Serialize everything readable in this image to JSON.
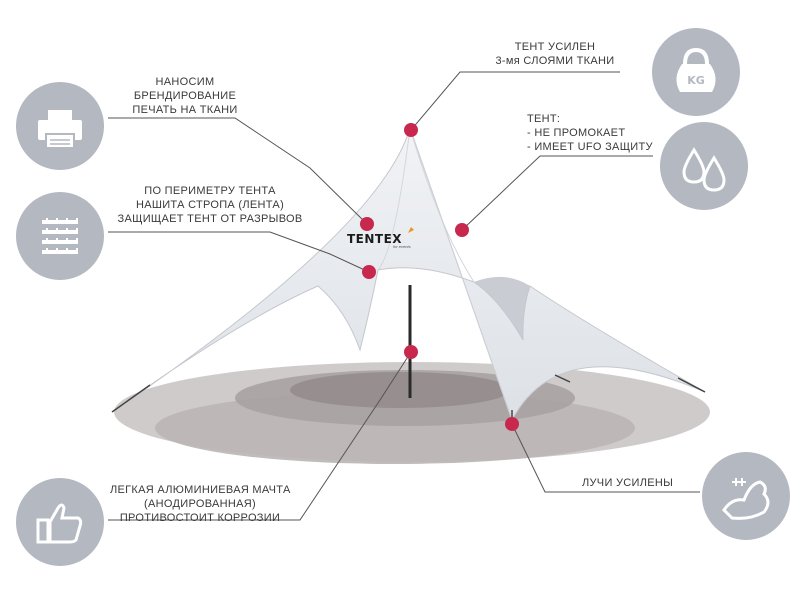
{
  "callouts": {
    "fabric_layers": [
      "ТЕНТ УСИЛЕН",
      "3-мя СЛОЯМИ ТКАНИ"
    ],
    "branding": [
      "НАНОСИМ",
      "БРЕНДИРОВАНИЕ",
      "ПЕЧАТЬ НА ТКАНИ"
    ],
    "waterproof": [
      "ТЕНТ:",
      "- НЕ ПРОМОКАЕТ",
      "- ИМЕЕТ UFO ЗАЩИТУ"
    ],
    "perimeter_strap": [
      "ПО ПЕРИМЕТРУ ТЕНТА",
      "НАШИТА СТРОПА (ЛЕНТА)",
      "ЗАЩИЩАЕТ ТЕНТ ОТ РАЗРЫВОВ"
    ],
    "mast": [
      "ЛЕГКАЯ АЛЮМИНИЕВАЯ МАЧТА",
      "(АНОДИРОВАННАЯ)",
      "ПРОТИВОСТОИТ КОРРОЗИИ"
    ],
    "rays": [
      "ЛУЧИ УСИЛЕНЫ"
    ]
  },
  "icons": {
    "fabric_layers": "kettlebell-icon",
    "branding": "printer-icon",
    "waterproof": "water-drops-icon",
    "perimeter_strap": "woven-fabric-icon",
    "mast": "thumbs-up-icon",
    "rays": "strong-arm-icon"
  },
  "kettlebell_label": "KG",
  "logo": {
    "brand": "TENTEX",
    "tagline": "for events"
  },
  "colors": {
    "marker": "#c8284e",
    "icon_background": "#b3b8c1",
    "leader_line": "#555555",
    "canopy": "#e9ecf0",
    "shadow": "#b8b4b4"
  }
}
